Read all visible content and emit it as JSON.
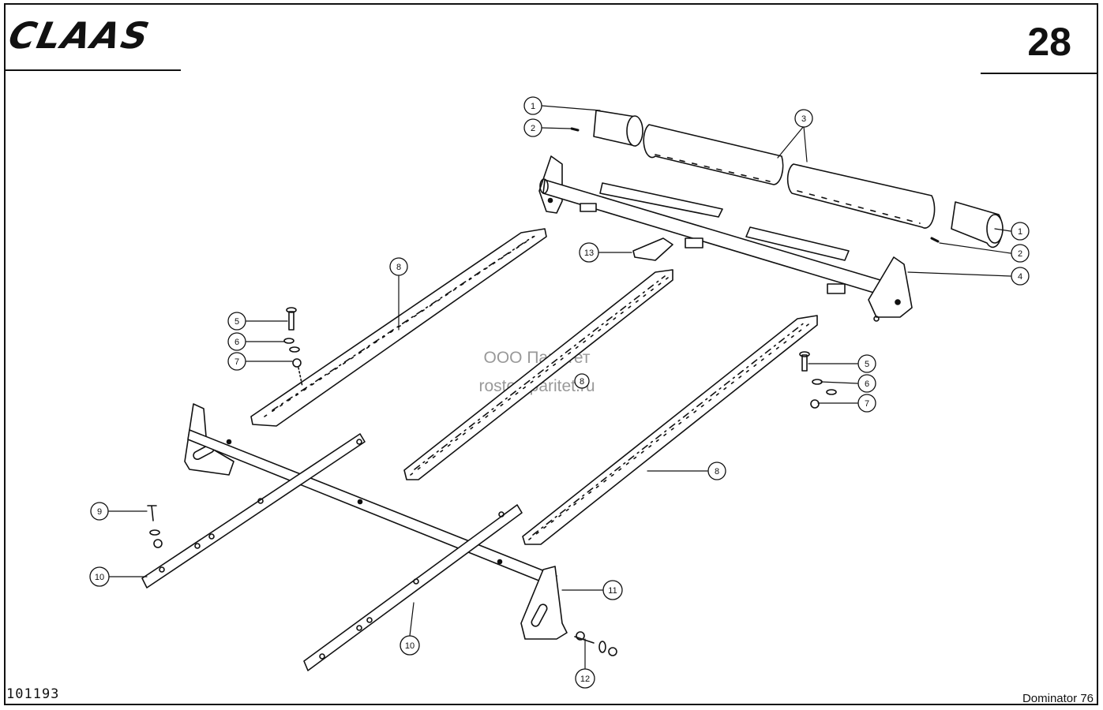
{
  "header": {
    "logo": "CLAAS",
    "page_number": "28"
  },
  "footer": {
    "drawing_number": "101193",
    "model": "Dominator 76"
  },
  "watermark": {
    "line1": "ООО Паритет",
    "line2": "rostov-paritet.ru"
  },
  "callouts": [
    {
      "id": "c1a",
      "label": "1"
    },
    {
      "id": "c2a",
      "label": "2"
    },
    {
      "id": "c3",
      "label": "3"
    },
    {
      "id": "c1b",
      "label": "1"
    },
    {
      "id": "c2b",
      "label": "2"
    },
    {
      "id": "c4",
      "label": "4"
    },
    {
      "id": "c13",
      "label": "13"
    },
    {
      "id": "c8a",
      "label": "8"
    },
    {
      "id": "c5a",
      "label": "5"
    },
    {
      "id": "c6a",
      "label": "6"
    },
    {
      "id": "c7a",
      "label": "7"
    },
    {
      "id": "c5b",
      "label": "5"
    },
    {
      "id": "c6b",
      "label": "6"
    },
    {
      "id": "c7b",
      "label": "7"
    },
    {
      "id": "c8b",
      "label": "8"
    },
    {
      "id": "c8c",
      "label": "8"
    },
    {
      "id": "c9",
      "label": "9"
    },
    {
      "id": "c10a",
      "label": "10"
    },
    {
      "id": "c11",
      "label": "11"
    },
    {
      "id": "c10b",
      "label": "10"
    },
    {
      "id": "c12",
      "label": "12"
    }
  ]
}
